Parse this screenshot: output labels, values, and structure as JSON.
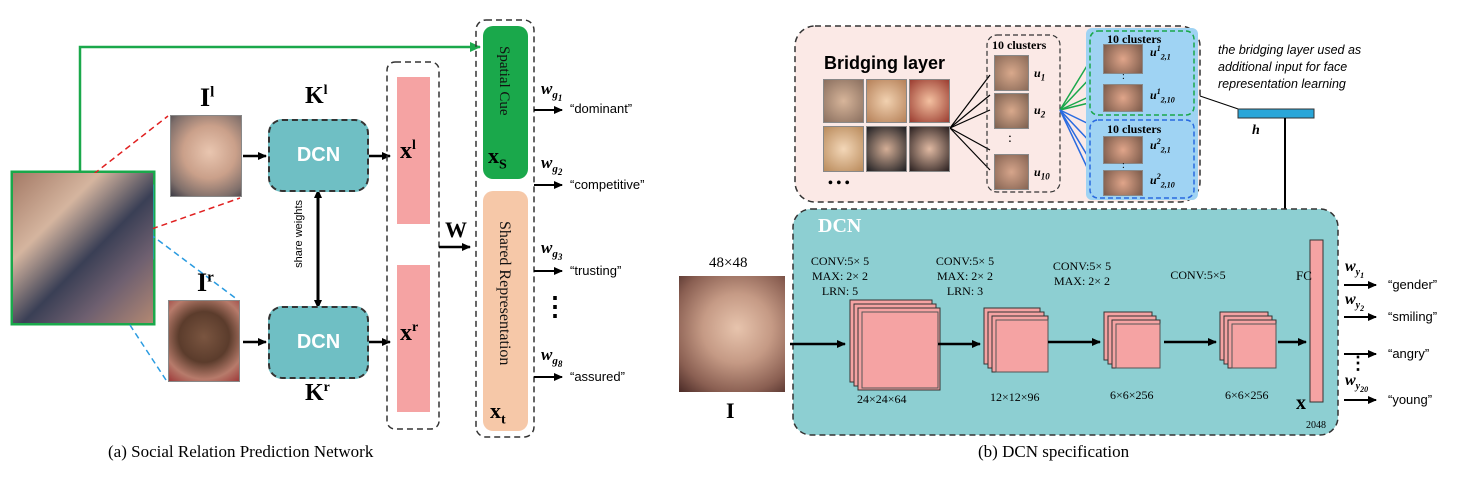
{
  "left_panel": {
    "caption": "(a) Social Relation Prediction Network",
    "input_left": "I",
    "input_left_sup": "l",
    "input_right": "I",
    "input_right_sup": "r",
    "kernel_top": "K",
    "kernel_top_sup": "l",
    "kernel_bottom": "K",
    "kernel_bottom_sup": "r",
    "dcn_top": "DCN",
    "dcn_bottom": "DCN",
    "share_weights": "share weights",
    "feature_left": "x",
    "feature_left_sup": "l",
    "feature_right": "x",
    "feature_right_sup": "r",
    "weight_matrix": "W",
    "spatial_cue": "Spatial Cue",
    "spatial_var": "x",
    "spatial_var_sub": "S",
    "shared_rep": "Shared Representation",
    "shared_var": "x",
    "shared_var_sub": "t",
    "outputs": [
      {
        "w": "w",
        "sub": "g",
        "subsub": "1",
        "label": "“dominant”"
      },
      {
        "w": "w",
        "sub": "g",
        "subsub": "2",
        "label": "“competitive”"
      },
      {
        "w": "w",
        "sub": "g",
        "subsub": "3",
        "label": "“trusting”"
      },
      {
        "w": "w",
        "sub": "g",
        "subsub": "8",
        "label": "“assured”"
      }
    ],
    "ellipsis": "⋮"
  },
  "right_panel": {
    "caption": "(b) DCN specification",
    "bridging_title": "Bridging layer",
    "dots": "• • •",
    "clusters_label": "10 clusters",
    "u_labels": [
      "u",
      "u",
      "u"
    ],
    "u_subs": [
      "1",
      "2",
      "10"
    ],
    "sub_clusters": [
      {
        "title": "10 clusters",
        "top_sup": "1",
        "top_sub": "2,1",
        "bottom_sup": "1",
        "bottom_sub": "2,10"
      },
      {
        "title": "10 clusters",
        "top_sup": "2",
        "top_sub": "2,1",
        "bottom_sup": "2",
        "bottom_sub": "2,10"
      }
    ],
    "note": "the bridging layer used as additional input for face representation learning",
    "h_label": "h",
    "dcn_label": "DCN",
    "input_size": "48×48",
    "input_label": "I",
    "layers": [
      {
        "spec": [
          "CONV:5× 5",
          "MAX: 2× 2",
          "LRN: 5"
        ],
        "size": "24×24×64"
      },
      {
        "spec": [
          "CONV:5× 5",
          "MAX: 2× 2",
          "LRN: 3"
        ],
        "size": "12×12×96"
      },
      {
        "spec": [
          "CONV:5× 5",
          "MAX: 2× 2"
        ],
        "size": "6×6×256"
      },
      {
        "spec": [
          "CONV:5×5"
        ],
        "size": "6×6×256"
      }
    ],
    "fc_label": "FC",
    "x_label": "x",
    "x_dim": "2048",
    "outputs": [
      {
        "w": "w",
        "sub": "y",
        "subsub": "1",
        "label": "“gender”"
      },
      {
        "w": "w",
        "sub": "y",
        "subsub": "2",
        "label": "“smiling”"
      },
      {
        "w": "",
        "sub": "",
        "subsub": "",
        "label": "“angry”"
      },
      {
        "w": "w",
        "sub": "y",
        "subsub": "20",
        "label": "“young”"
      }
    ]
  },
  "colors": {
    "dcn": "#6fbfc4",
    "feature": "#f5a3a3",
    "spatial": "#1aa84b",
    "shared": "#f6c8a8",
    "bridge_bg": "#fbe9e6",
    "cluster_blue": "#9fd3f3",
    "green_line": "#1aa84b",
    "red_box": "#e02020",
    "blue_box": "#2a9be0"
  }
}
